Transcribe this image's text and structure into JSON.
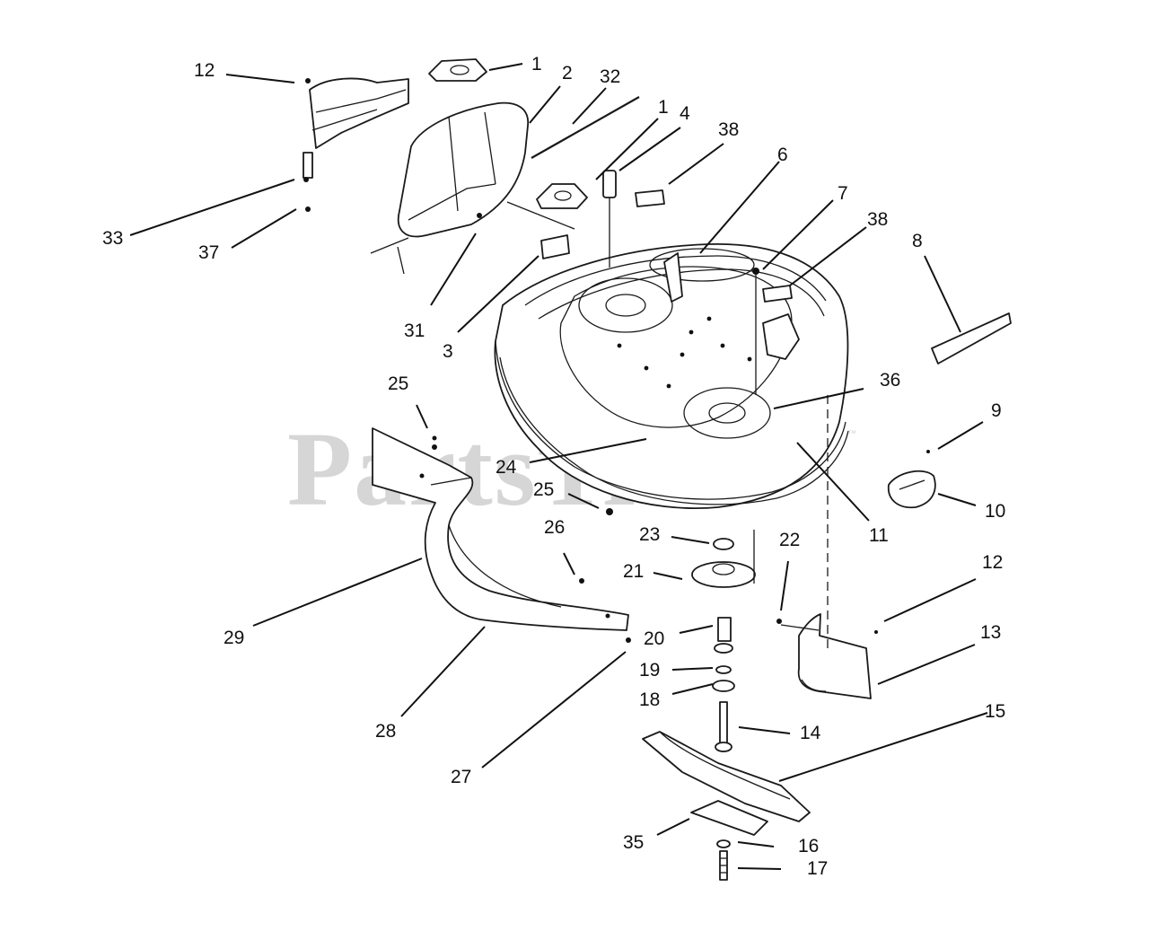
{
  "watermark": {
    "text": "PartsTree",
    "trademark": "™"
  },
  "callouts": [
    {
      "id": "c12a",
      "label": "12"
    },
    {
      "id": "c1a",
      "label": "1"
    },
    {
      "id": "c2",
      "label": "2"
    },
    {
      "id": "c32",
      "label": "32"
    },
    {
      "id": "c1b",
      "label": "1"
    },
    {
      "id": "c4",
      "label": "4"
    },
    {
      "id": "c38a",
      "label": "38"
    },
    {
      "id": "c6",
      "label": "6"
    },
    {
      "id": "c7",
      "label": "7"
    },
    {
      "id": "c38b",
      "label": "38"
    },
    {
      "id": "c8",
      "label": "8"
    },
    {
      "id": "c33",
      "label": "33"
    },
    {
      "id": "c37",
      "label": "37"
    },
    {
      "id": "c31",
      "label": "31"
    },
    {
      "id": "c3",
      "label": "3"
    },
    {
      "id": "c36",
      "label": "36"
    },
    {
      "id": "c25a",
      "label": "25"
    },
    {
      "id": "c9",
      "label": "9"
    },
    {
      "id": "c24",
      "label": "24"
    },
    {
      "id": "c10",
      "label": "10"
    },
    {
      "id": "c25b",
      "label": "25"
    },
    {
      "id": "c11",
      "label": "11"
    },
    {
      "id": "c26",
      "label": "26"
    },
    {
      "id": "c23",
      "label": "23"
    },
    {
      "id": "c22",
      "label": "22"
    },
    {
      "id": "c12b",
      "label": "12"
    },
    {
      "id": "c21",
      "label": "21"
    },
    {
      "id": "c13",
      "label": "13"
    },
    {
      "id": "c29",
      "label": "29"
    },
    {
      "id": "c20",
      "label": "20"
    },
    {
      "id": "c19",
      "label": "19"
    },
    {
      "id": "c18",
      "label": "18"
    },
    {
      "id": "c28",
      "label": "28"
    },
    {
      "id": "c14",
      "label": "14"
    },
    {
      "id": "c15",
      "label": "15"
    },
    {
      "id": "c27",
      "label": "27"
    },
    {
      "id": "c35",
      "label": "35"
    },
    {
      "id": "c16",
      "label": "16"
    },
    {
      "id": "c17",
      "label": "17"
    }
  ]
}
